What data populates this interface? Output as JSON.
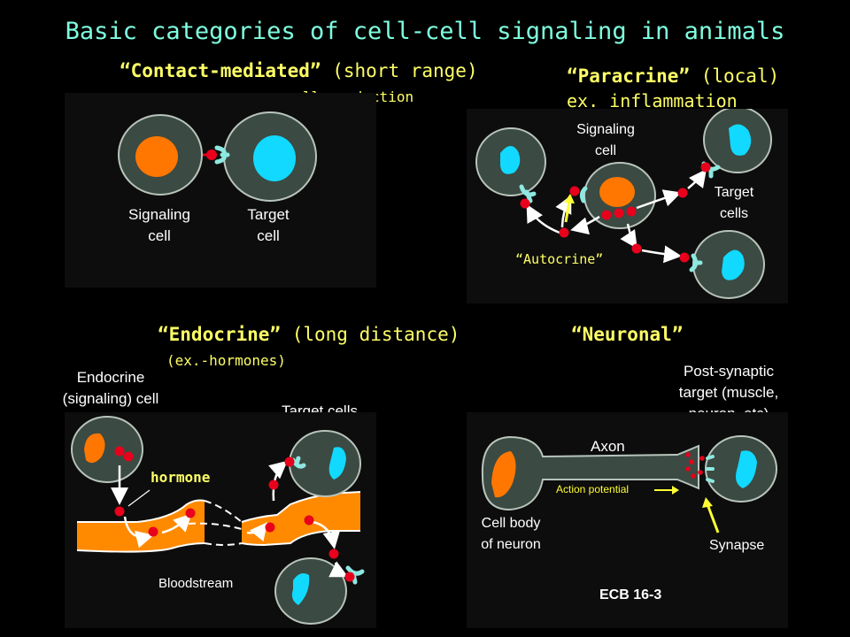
{
  "title": "Basic categories of cell-cell signaling in animals",
  "contact": {
    "heading": "“Contact-mediated”",
    "qualifier": "(short range)",
    "example": "ex. - nerve cell production",
    "signaling_label_1": "Signaling",
    "signaling_label_2": "cell",
    "target_label_1": "Target",
    "target_label_2": "cell"
  },
  "paracrine": {
    "heading": "“Paracrine”",
    "qualifier": "(local)",
    "example": "ex. inflammation",
    "signaling_label_1": "Signaling",
    "signaling_label_2": "cell",
    "target_label_1": "Target",
    "target_label_2": "cells",
    "autocrine_label": "“Autocrine”"
  },
  "endocrine": {
    "heading": "“Endocrine”",
    "qualifier": "(long distance)",
    "example": "(ex.-hormones)",
    "endocrine_label_1": "Endocrine",
    "endocrine_label_2": "(signaling) cell",
    "target_label": "Target cells",
    "hormone_label": "hormone",
    "bloodstream_label": "Bloodstream"
  },
  "neuronal": {
    "heading": "“Neuronal”",
    "post_label_1": "Post-synaptic",
    "post_label_2": "target (muscle,",
    "post_label_3": "neuron, etc)",
    "axon_label": "Axon",
    "action_potential_label": "Action potential",
    "cell_body_label_1": "Cell body",
    "cell_body_label_2": "of neuron",
    "synapse_label": "Synapse"
  },
  "citation": "ECB 16-3",
  "colors": {
    "background": "#000000",
    "title": "#7fffe0",
    "headings": "#ffff66",
    "cell_fill": "#3b4a42",
    "nucleus_orange": "#ff7700",
    "nucleus_cyan": "#11d9ff",
    "receptor": "#8ee8e0",
    "signal_dot": "#e8001c",
    "bloodstream": "#ff8a00"
  }
}
